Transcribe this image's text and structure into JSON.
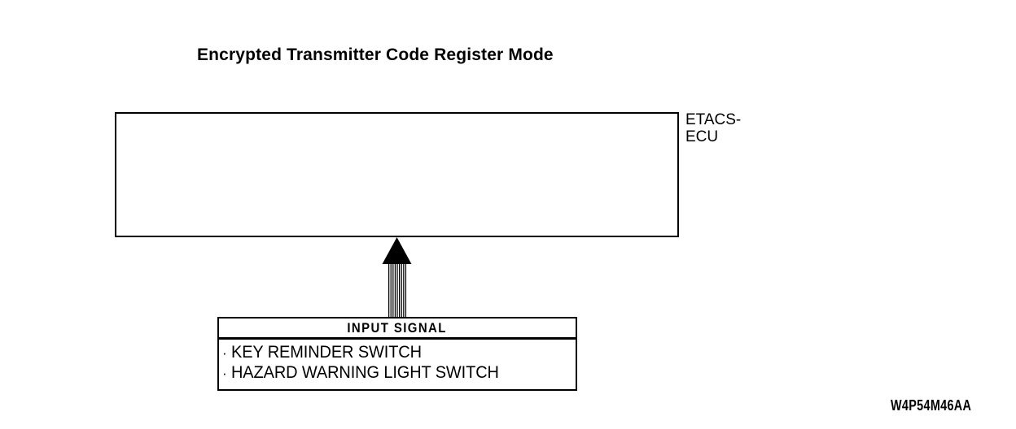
{
  "diagram": {
    "title": "Encrypted Transmitter Code Register Mode",
    "figure_code": "W4P54M46AA",
    "ecu_block": {
      "label": "ETACS-\nECU",
      "label_line1": "ETACS-",
      "label_line2": "ECU",
      "content": ""
    },
    "arrow": {
      "name": "input-signal-arrow",
      "direction": "up",
      "style": "striped-shaft-solid-head",
      "stripe_count": 9
    },
    "input_signal": {
      "header": "INPUT SIGNAL",
      "items": [
        {
          "bullet": "·",
          "label": "KEY REMINDER SWITCH"
        },
        {
          "bullet": "·",
          "label": "HAZARD WARNING LIGHT SWITCH"
        }
      ]
    },
    "colors": {
      "background": "#ffffff",
      "stroke": "#000000",
      "text": "#000000"
    }
  }
}
